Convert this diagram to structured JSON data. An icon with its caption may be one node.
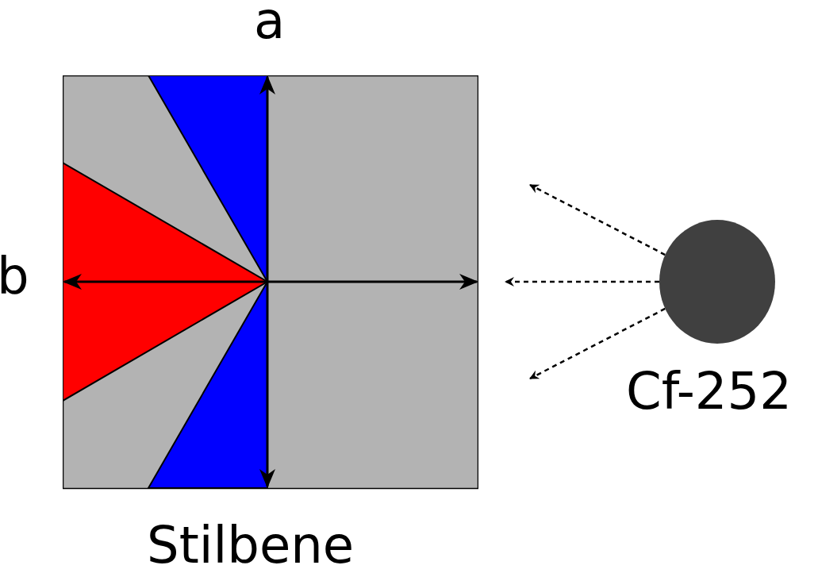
{
  "diagram": {
    "nodes": [
      {
        "text": [
          "Stilbene"
        ]
      },
      {
        "text": [],
        "shape": "circle",
        "beside": [
          "Cf-252"
        ]
      }
    ],
    "edges": [
      {
        "from": 1,
        "to": null,
        "arrow": "to",
        "style": "dashed"
      },
      {
        "from": 1,
        "to": null,
        "arrow": "to",
        "style": "dashed"
      },
      {
        "from": 1,
        "to": null,
        "arrow": "to",
        "style": "dashed"
      }
    ],
    "labels": [
      "a",
      "b"
    ]
  }
}
